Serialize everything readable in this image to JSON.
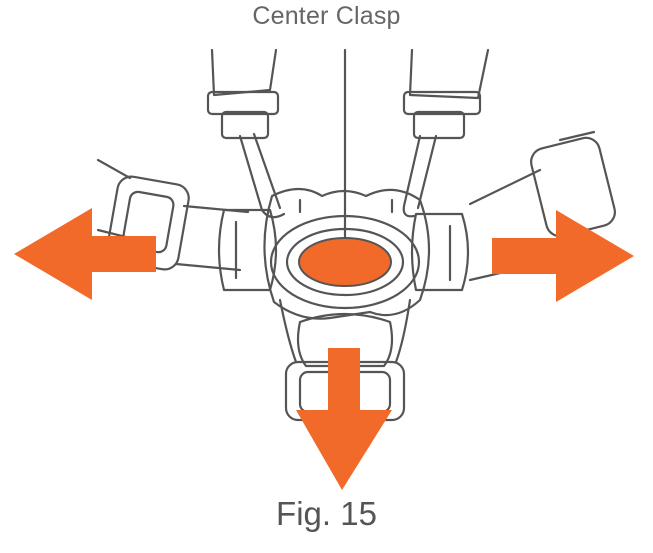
{
  "callout": {
    "label": "Center Clasp"
  },
  "caption": {
    "text": "Fig. 15"
  },
  "colors": {
    "line": "#555555",
    "accent_orange": "#F26A2A"
  },
  "arrows": [
    {
      "name": "arrow-left",
      "direction": "left"
    },
    {
      "name": "arrow-right",
      "direction": "right"
    },
    {
      "name": "arrow-down",
      "direction": "down"
    }
  ]
}
